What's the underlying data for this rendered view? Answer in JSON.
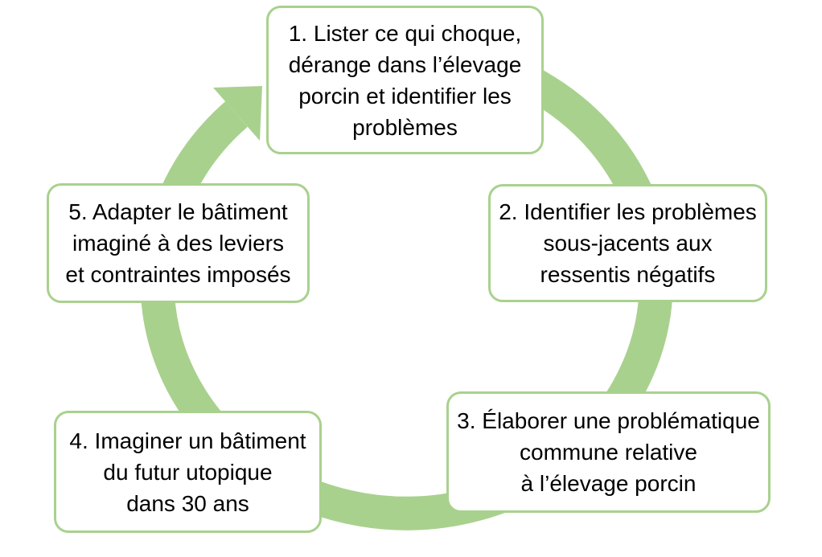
{
  "diagram": {
    "type": "cycle",
    "direction": "clockwise",
    "colors": {
      "ring": "#a9d18e",
      "box_border": "#a9d18e",
      "box_fill": "#ffffff",
      "text": "#000000",
      "background": "#ffffff"
    },
    "steps": [
      {
        "number": 1,
        "position": "top",
        "text": "1. Lister ce qui choque,\ndérange dans l’élevage\nporcin et identifier les\nproblèmes"
      },
      {
        "number": 2,
        "position": "right",
        "text": "2. Identifier les problèmes\nsous-jacents aux\nressentis négatifs"
      },
      {
        "number": 3,
        "position": "bottom-right",
        "text": "3. Élaborer une problématique\ncommune relative\nà l’élevage porcin"
      },
      {
        "number": 4,
        "position": "bottom-left",
        "text": "4. Imaginer un bâtiment\ndu futur utopique\ndans 30 ans"
      },
      {
        "number": 5,
        "position": "left",
        "text": "5. Adapter le bâtiment\nimaginé à des leviers\net contraintes imposés"
      }
    ]
  }
}
